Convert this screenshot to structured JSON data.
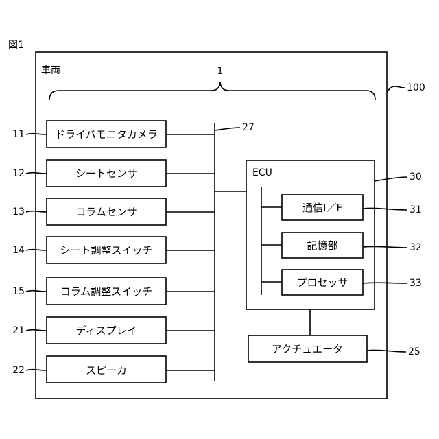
{
  "figure_label": "図1",
  "vehicle": {
    "label": "車両",
    "ref": "100"
  },
  "system_ref": "1",
  "bus_ref": "27",
  "devices": [
    {
      "ref": "11",
      "label": "ドライバモニタカメラ"
    },
    {
      "ref": "12",
      "label": "シートセンサ"
    },
    {
      "ref": "13",
      "label": "コラムセンサ"
    },
    {
      "ref": "14",
      "label": "シート調整スイッチ"
    },
    {
      "ref": "15",
      "label": "コラム調整スイッチ"
    },
    {
      "ref": "21",
      "label": "ディスプレイ"
    },
    {
      "ref": "22",
      "label": "スピーカ"
    }
  ],
  "ecu": {
    "label": "ECU",
    "ref": "30",
    "components": [
      {
        "ref": "31",
        "label": "通信I／F"
      },
      {
        "ref": "32",
        "label": "記憶部"
      },
      {
        "ref": "33",
        "label": "プロセッサ"
      }
    ]
  },
  "actuator": {
    "ref": "25",
    "label": "アクチュエータ"
  }
}
